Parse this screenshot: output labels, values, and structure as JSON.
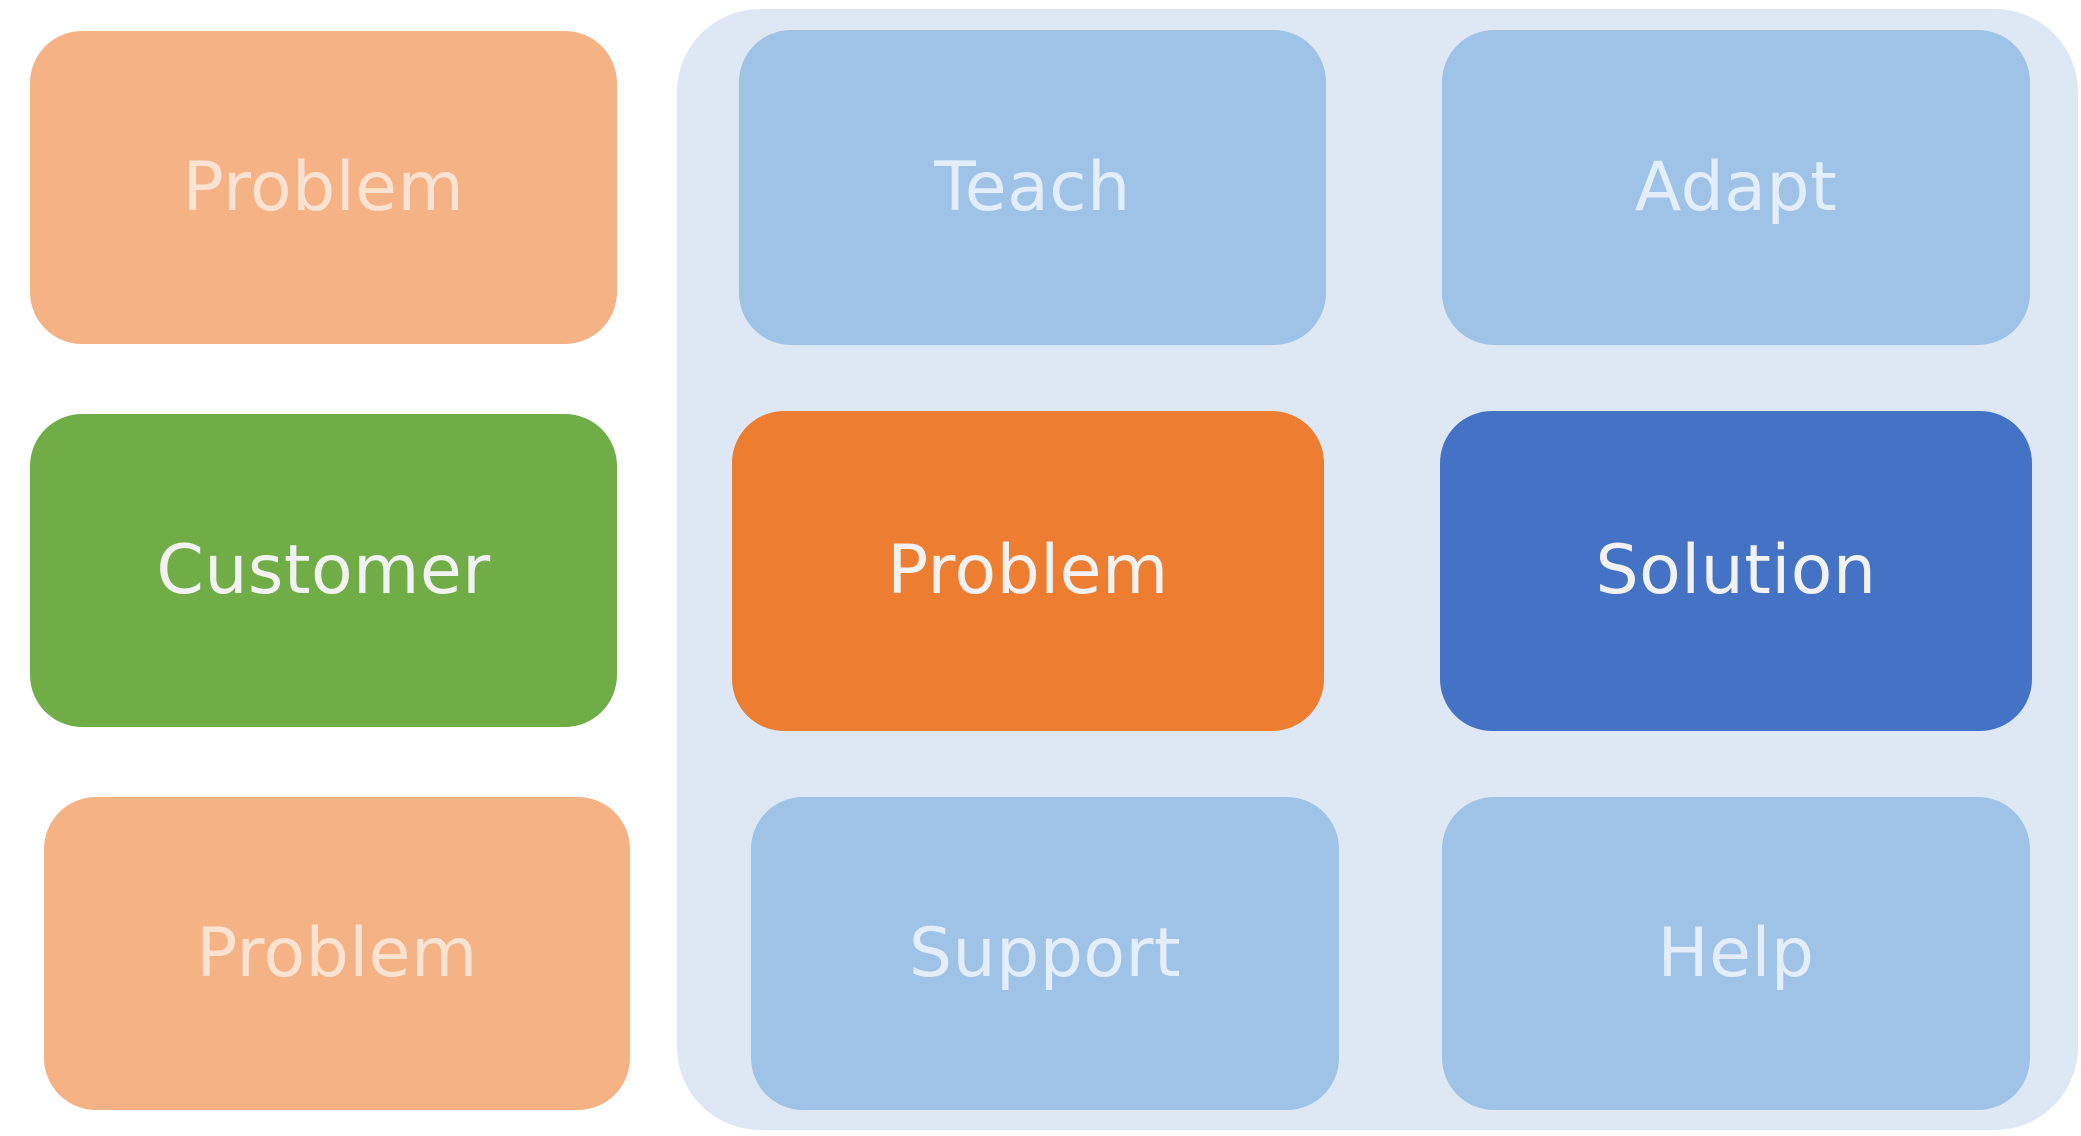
{
  "colors": {
    "background": "#ffffff",
    "panel_fill": "#dee8f5",
    "problem_light": "#f4b285",
    "problem_strong": "#ed7d31",
    "customer": "#70ad47",
    "solution": "#4472c4",
    "action_light": "#9fc3e7",
    "text_light": "#fbe3d3",
    "text_on_blue_light": "#e3eefa",
    "text_on_dark": "#f2f2f2"
  },
  "left_column": {
    "top_problem": "Problem",
    "customer": "Customer",
    "bottom_problem": "Problem"
  },
  "panel": {
    "teach": "Teach",
    "adapt": "Adapt",
    "problem": "Problem",
    "solution": "Solution",
    "support": "Support",
    "help": "Help"
  }
}
